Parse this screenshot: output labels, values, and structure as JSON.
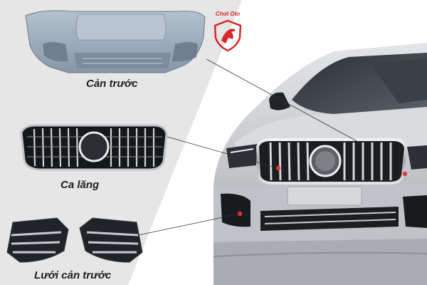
{
  "brand": {
    "text": "Chơi Oto",
    "color": "#d62828"
  },
  "parts": [
    {
      "label": "Cản trước"
    },
    {
      "label": "Ca lăng"
    },
    {
      "label": "Lưới cản trước"
    }
  ],
  "colors": {
    "left_panel": "#e6e6e6",
    "car_body": "#c9cbcf",
    "grille_chrome": "#d9dadd",
    "bumper_part": "#9aa9b8",
    "marker": "#e53935"
  }
}
